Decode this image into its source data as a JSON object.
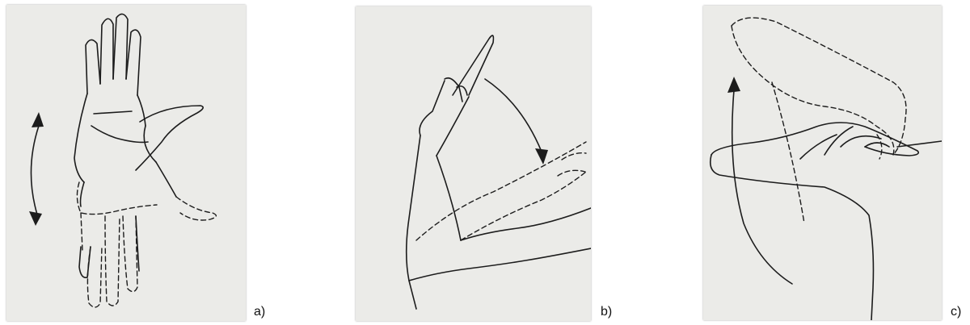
{
  "figure": {
    "panels": [
      {
        "label": "a)",
        "illustration": "hand-radial-ulnar-deviation"
      },
      {
        "label": "b)",
        "illustration": "elbow-flexion"
      },
      {
        "label": "c)",
        "illustration": "shoulder-abduction"
      }
    ]
  }
}
